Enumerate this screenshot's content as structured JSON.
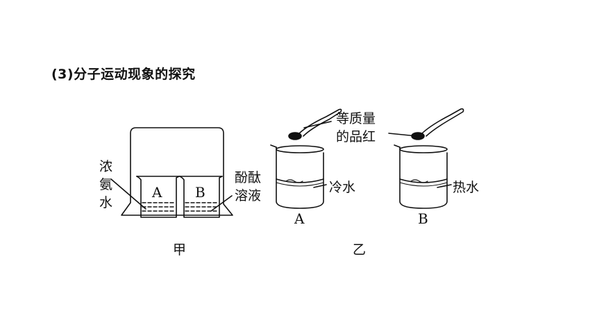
{
  "heading": "(3)分子运动现象的探究",
  "figure_jia": {
    "caption": "甲",
    "label_left": [
      "浓",
      "氨",
      "水"
    ],
    "label_right": [
      "酚酞",
      "溶液"
    ],
    "beaker_a": "A",
    "beaker_b": "B"
  },
  "figure_yi": {
    "caption": "乙",
    "spoon_label": [
      "等质量",
      "的品红"
    ],
    "beaker_a": {
      "letter": "A",
      "water": "冷水"
    },
    "beaker_b": {
      "letter": "B",
      "water": "热水"
    }
  }
}
